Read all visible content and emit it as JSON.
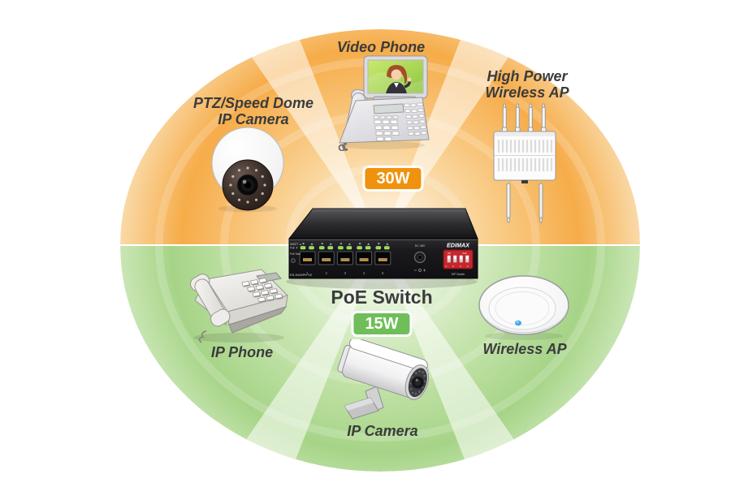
{
  "diagram": {
    "center_label": "PoE Switch",
    "badges": {
      "top": "30W",
      "bottom": "15W"
    },
    "devices": {
      "video_phone": {
        "label": "Video Phone"
      },
      "ptz_camera": {
        "line1": "PTZ/Speed Dome",
        "line2": "IP Camera"
      },
      "high_power_ap": {
        "line1": "High Power",
        "line2": "Wireless AP"
      },
      "ip_phone": {
        "label": "IP Phone"
      },
      "wireless_ap": {
        "label": "Wireless AP"
      },
      "ip_camera": {
        "label": "IP Camera"
      }
    },
    "switch_panel": {
      "brand": "EDIMAX",
      "model": "ES-5104PH V2",
      "dc_label": "DC 48V",
      "poe_row1": "5WATT ▲",
      "poe_row2": "PoE ▼",
      "poe_max": "PoE Max",
      "dip_on": "ON",
      "dip_poe": "PoE",
      "dip_numbers": "1 2 3 4",
      "dip_label": "DIP Switch",
      "ports": [
        "1",
        "2",
        "3",
        "4",
        "5"
      ]
    },
    "colors": {
      "fan_orange": "#F6AC49",
      "fan_green": "#A6D487",
      "badge_orange": "#F0920D",
      "badge_green": "#6FBE59",
      "label_text": "#3B3B3C",
      "led_green": "#8FE04B",
      "dip_red": "#C9252C",
      "ap_led_blue": "#3FA9E0"
    }
  }
}
